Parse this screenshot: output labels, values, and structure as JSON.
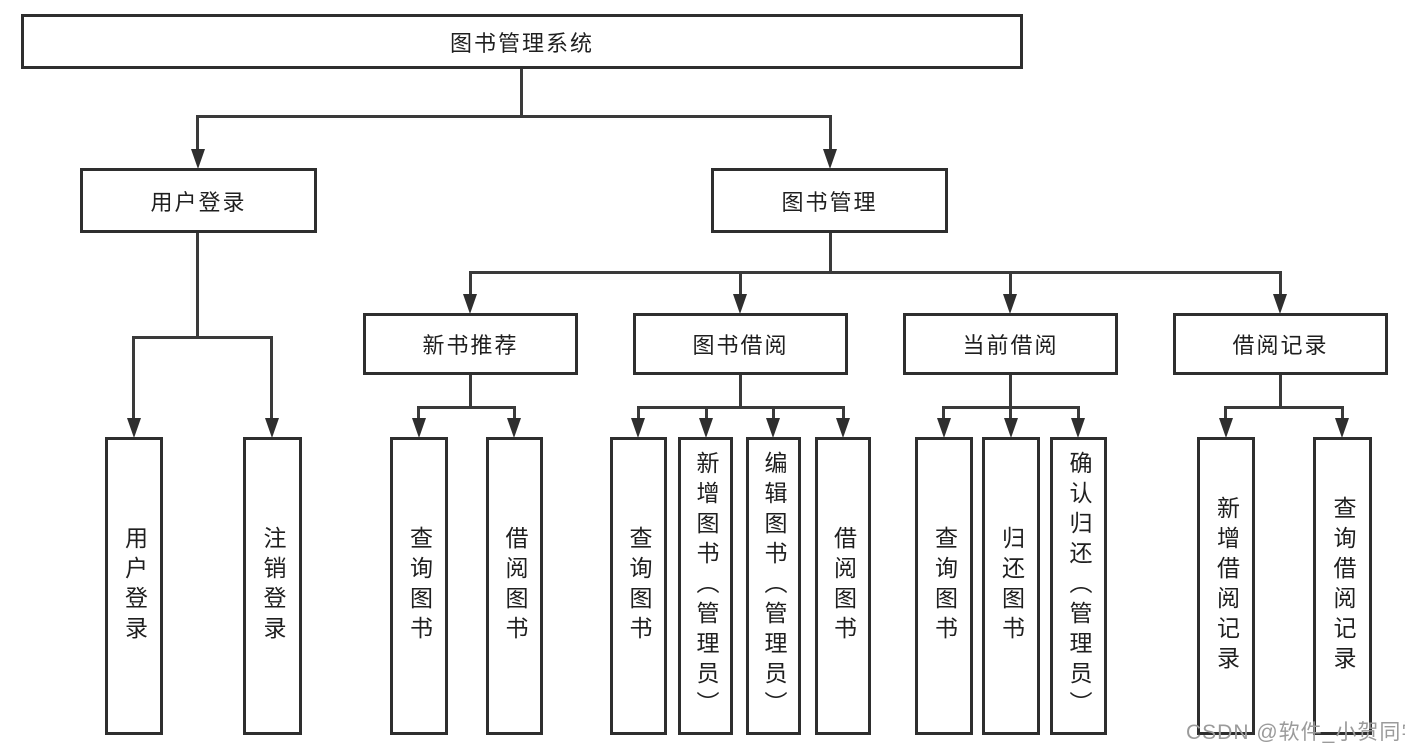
{
  "diagram": {
    "type": "hierarchy-tree",
    "colors": {
      "background": "#ffffff",
      "box_fill": "#ffffff",
      "box_border": "#2e2e2e",
      "line": "#3a3a3a",
      "text": "#1f1f1f",
      "watermark": "#9b9b9b"
    },
    "nodes": {
      "root": "图书管理系统",
      "l2_user_login": "用户登录",
      "l2_book_mgmt": "图书管理",
      "l3_new_book_rec": "新书推荐",
      "l3_book_borrow": "图书借阅",
      "l3_current_borrow": "当前借阅",
      "l3_borrow_records": "借阅记录",
      "leaf_user_login": "用户登录",
      "leaf_logout": "注销登录",
      "leaf_nbr_query_books": "查询图书",
      "leaf_nbr_borrow_books": "借阅图书",
      "leaf_bb_query_books": "查询图书",
      "leaf_bb_add_books": "新增图书（管理员）",
      "leaf_bb_edit_books": "编辑图书（管理员）",
      "leaf_bb_borrow_books": "借阅图书",
      "leaf_cb_query_books": "查询图书",
      "leaf_cb_return_books": "归还图书",
      "leaf_cb_confirm_return": "确认归还（管理员）",
      "leaf_br_add_record": "新增借阅记录",
      "leaf_br_query_record": "查询借阅记录"
    },
    "hierarchy": {
      "label": "图书管理系统",
      "children": [
        {
          "label": "用户登录",
          "children": [
            {
              "label": "用户登录"
            },
            {
              "label": "注销登录"
            }
          ]
        },
        {
          "label": "图书管理",
          "children": [
            {
              "label": "新书推荐",
              "children": [
                {
                  "label": "查询图书"
                },
                {
                  "label": "借阅图书"
                }
              ]
            },
            {
              "label": "图书借阅",
              "children": [
                {
                  "label": "查询图书"
                },
                {
                  "label": "新增图书（管理员）"
                },
                {
                  "label": "编辑图书（管理员）"
                },
                {
                  "label": "借阅图书"
                }
              ]
            },
            {
              "label": "当前借阅",
              "children": [
                {
                  "label": "查询图书"
                },
                {
                  "label": "归还图书"
                },
                {
                  "label": "确认归还（管理员）"
                }
              ]
            },
            {
              "label": "借阅记录",
              "children": [
                {
                  "label": "新增借阅记录"
                },
                {
                  "label": "查询借阅记录"
                }
              ]
            }
          ]
        }
      ]
    },
    "watermark": "CSDN @软件_小贺同学"
  }
}
